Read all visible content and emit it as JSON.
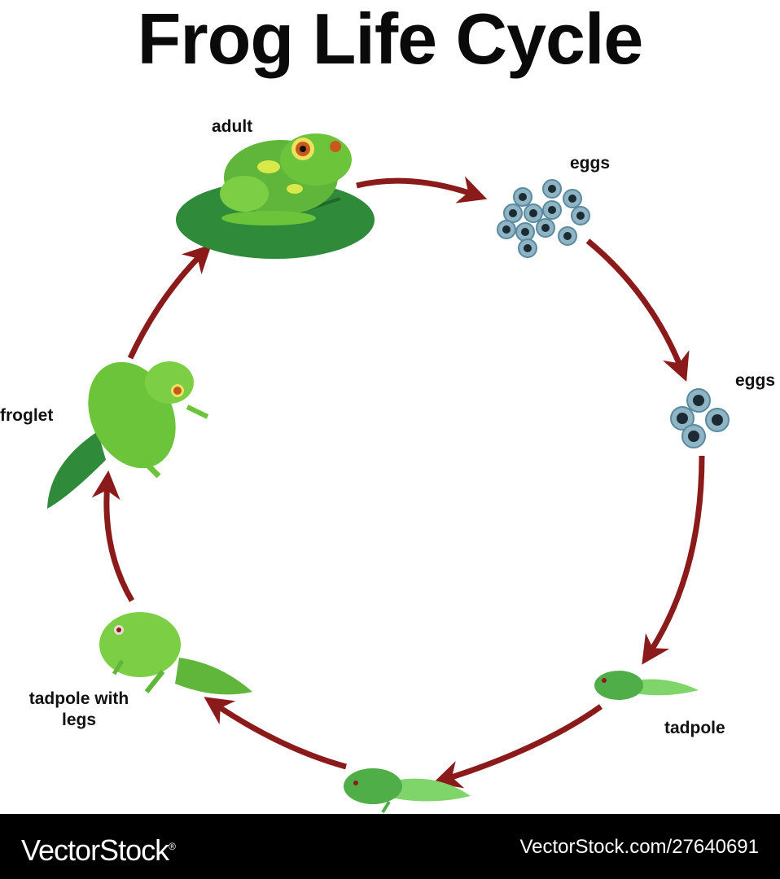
{
  "title": "Frog Life Cycle",
  "stages": [
    {
      "label": "adult"
    },
    {
      "label": "eggs"
    },
    {
      "label": "eggs"
    },
    {
      "label": "tadpole"
    },
    {
      "label": "tadpole with legs"
    },
    {
      "label": "froglet"
    }
  ],
  "colors": {
    "arrow": "#8b1a1a",
    "frog_green": "#6cc43a",
    "lilypad": "#2f8a3a",
    "egg": "#5a8aa0"
  },
  "watermark": {
    "brand": "VectorStock",
    "brand_mark": "®",
    "stock_id": "VectorStock.com/27640691"
  }
}
